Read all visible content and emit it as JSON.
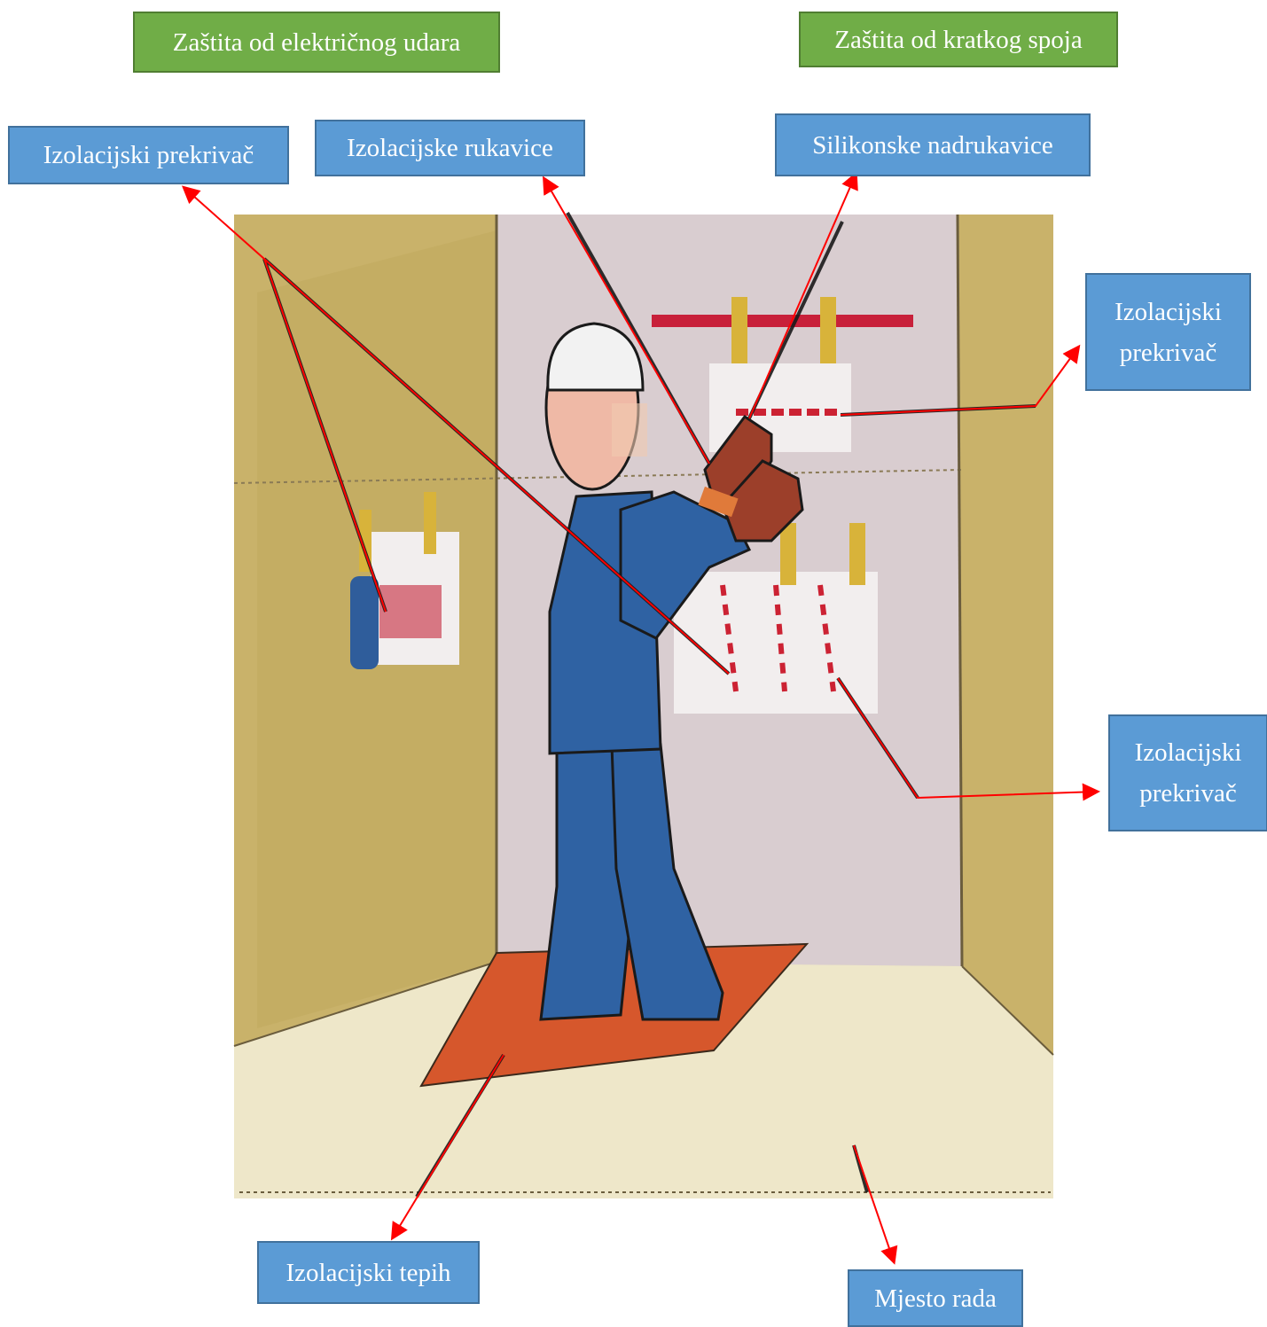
{
  "categories": {
    "electric_shock": "Zaštita od električnog udara",
    "short_circuit": "Zaštita od kratkog spoja"
  },
  "labels": {
    "cover_top_left": "Izolacijski prekrivač",
    "gloves": "Izolacijske rukavice",
    "sleeves": "Silikonske nadrukavice",
    "cover_right_1_line1": "Izolacijski",
    "cover_right_1_line2": "prekrivač",
    "cover_right_2_line1": "Izolacijski",
    "cover_right_2_line2": "prekrivač",
    "mat": "Izolacijski tepih",
    "workplace": "Mjesto rada"
  },
  "colors": {
    "category_box": "#70ad47",
    "label_box": "#5b9bd5",
    "arrow": "#ff0000"
  }
}
